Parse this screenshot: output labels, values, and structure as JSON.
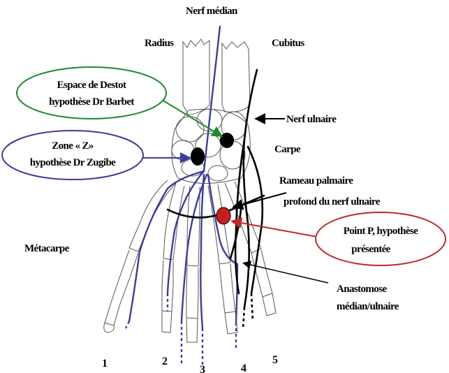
{
  "labels": {
    "nerf_median": "Nerf médian",
    "radius": "Radius",
    "cubitus": "Cubitus",
    "nerf_ulnaire": "Nerf ulnaire",
    "carpe": "Carpe",
    "rameau_line1": "Rameau palmaire",
    "rameau_line2": "profond du nerf ulnaire",
    "metacarpe": "Métacarpe",
    "anastomose_line1": "Anastomose",
    "anastomose_line2": "médian/ulnaire"
  },
  "callouts": {
    "destot": {
      "line1": "Espace de Destot",
      "line2": "hypothèse Dr Barbet",
      "color": "#1f8a2e"
    },
    "zone_z": {
      "line1": "Zone « Z»",
      "line2": "hypothèse Dr Zugibe",
      "color": "#3c3ca0"
    },
    "point_p": {
      "line1": "Point P, hypothèse",
      "line2": "présentée",
      "color": "#c0282a"
    }
  },
  "fingers": [
    "1",
    "2",
    "3",
    "4",
    "5"
  ],
  "colors": {
    "median_nerve": "#3c3ca0",
    "ulnar_nerve": "#000000",
    "point_p": "#c81e1e",
    "bone_outline": "#555555"
  }
}
